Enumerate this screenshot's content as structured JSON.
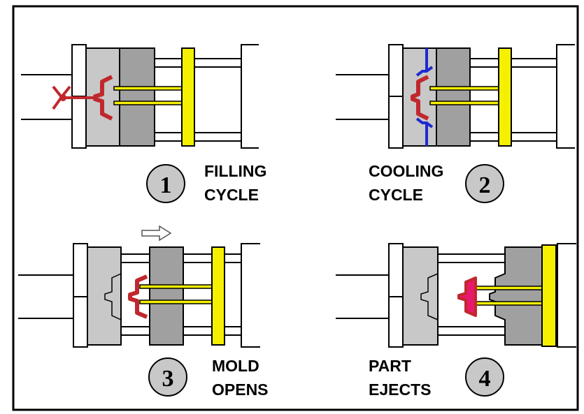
{
  "colors": {
    "background": "#ffffff",
    "border": "#000000",
    "mold_light": "#c8c8c8",
    "mold_dark": "#a0a0a0",
    "ejector_yellow": "#f5f000",
    "plastic_red": "#c0282d",
    "cooling_blue": "#1e2ad0",
    "ejected_part": "#e8186c",
    "badge_fill": "#c8c8c8"
  },
  "stages": [
    {
      "number": "1",
      "label_line1": "FILLING",
      "label_line2": "CYCLE"
    },
    {
      "number": "2",
      "label_line1": "COOLING",
      "label_line2": "CYCLE"
    },
    {
      "number": "3",
      "label_line1": "MOLD",
      "label_line2": "OPENS"
    },
    {
      "number": "4",
      "label_line1": "PART",
      "label_line2": "EJECTS"
    }
  ],
  "icons": {
    "direction_arrow": "right-arrow-icon",
    "nozzle": "injection-nozzle-icon"
  }
}
